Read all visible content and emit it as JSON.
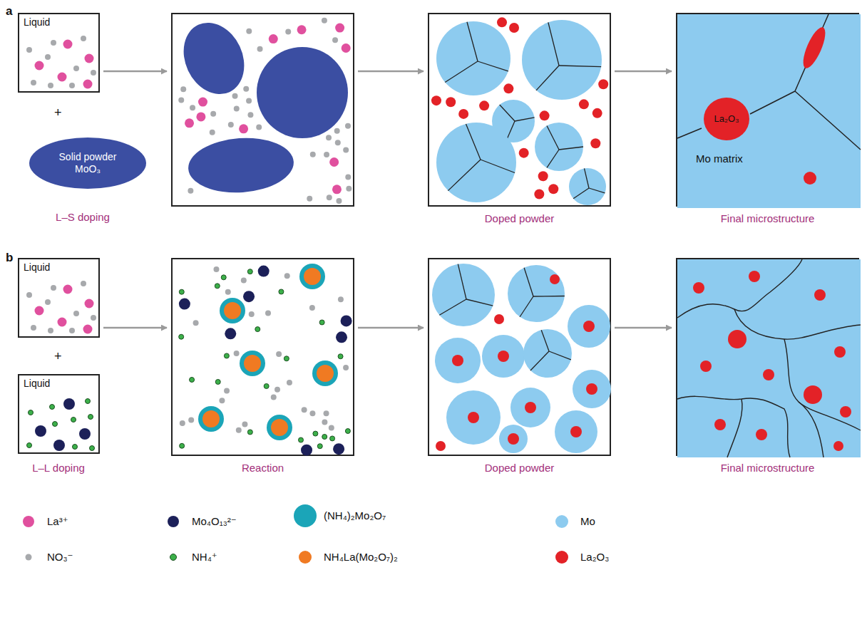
{
  "diagram": {
    "nodes": [
      {
        "text": [
          "Liquid"
        ]
      },
      {
        "text": [
          "Solid powder MoO₃"
        ]
      },
      {
        "text": []
      },
      {
        "text": [
          "Doped powder"
        ]
      },
      {
        "text": [
          "Mo matrix",
          "Final microstructure"
        ]
      },
      {
        "text": [
          "La₂O₃"
        ],
        "in": 4
      },
      {
        "text": [
          "Liquid"
        ]
      },
      {
        "text": [
          "Liquid"
        ]
      },
      {
        "text": [
          "Reaction"
        ]
      },
      {
        "text": [
          "Doped powder"
        ]
      },
      {
        "text": [
          "Final microstructure"
        ]
      }
    ],
    "edges": [
      {
        "from": 0,
        "to": 2,
        "arrow": "to"
      },
      {
        "from": 2,
        "to": 3,
        "arrow": "to"
      },
      {
        "from": 3,
        "to": 4,
        "arrow": "to"
      },
      {
        "from": 6,
        "to": 8,
        "arrow": "to"
      },
      {
        "from": 8,
        "to": 9,
        "arrow": "to"
      },
      {
        "from": 9,
        "to": 10,
        "arrow": "to"
      }
    ],
    "labels": [
      "a",
      "+",
      "L–S doping",
      "b",
      "+",
      "L–L doping"
    ],
    "legend": [
      {
        "text": "La³⁺",
        "color": "#e0509e"
      },
      {
        "text": "Mo₄O₁₃²⁻",
        "color": "#1c2059"
      },
      {
        "text": "(NH₄)₂Mo₂O₇",
        "color": "#1ba5b8"
      },
      {
        "text": "Mo",
        "color": "#8dcbef"
      },
      {
        "text": "NO₃⁻",
        "color": "#a7a9ac"
      },
      {
        "text": "NH₄⁺",
        "color": "#3cb04a"
      },
      {
        "text": "NH₄La(Mo₂O₇)₂",
        "color": "#f07a22"
      },
      {
        "text": "La₂O₃",
        "color": "#e32227"
      }
    ]
  }
}
